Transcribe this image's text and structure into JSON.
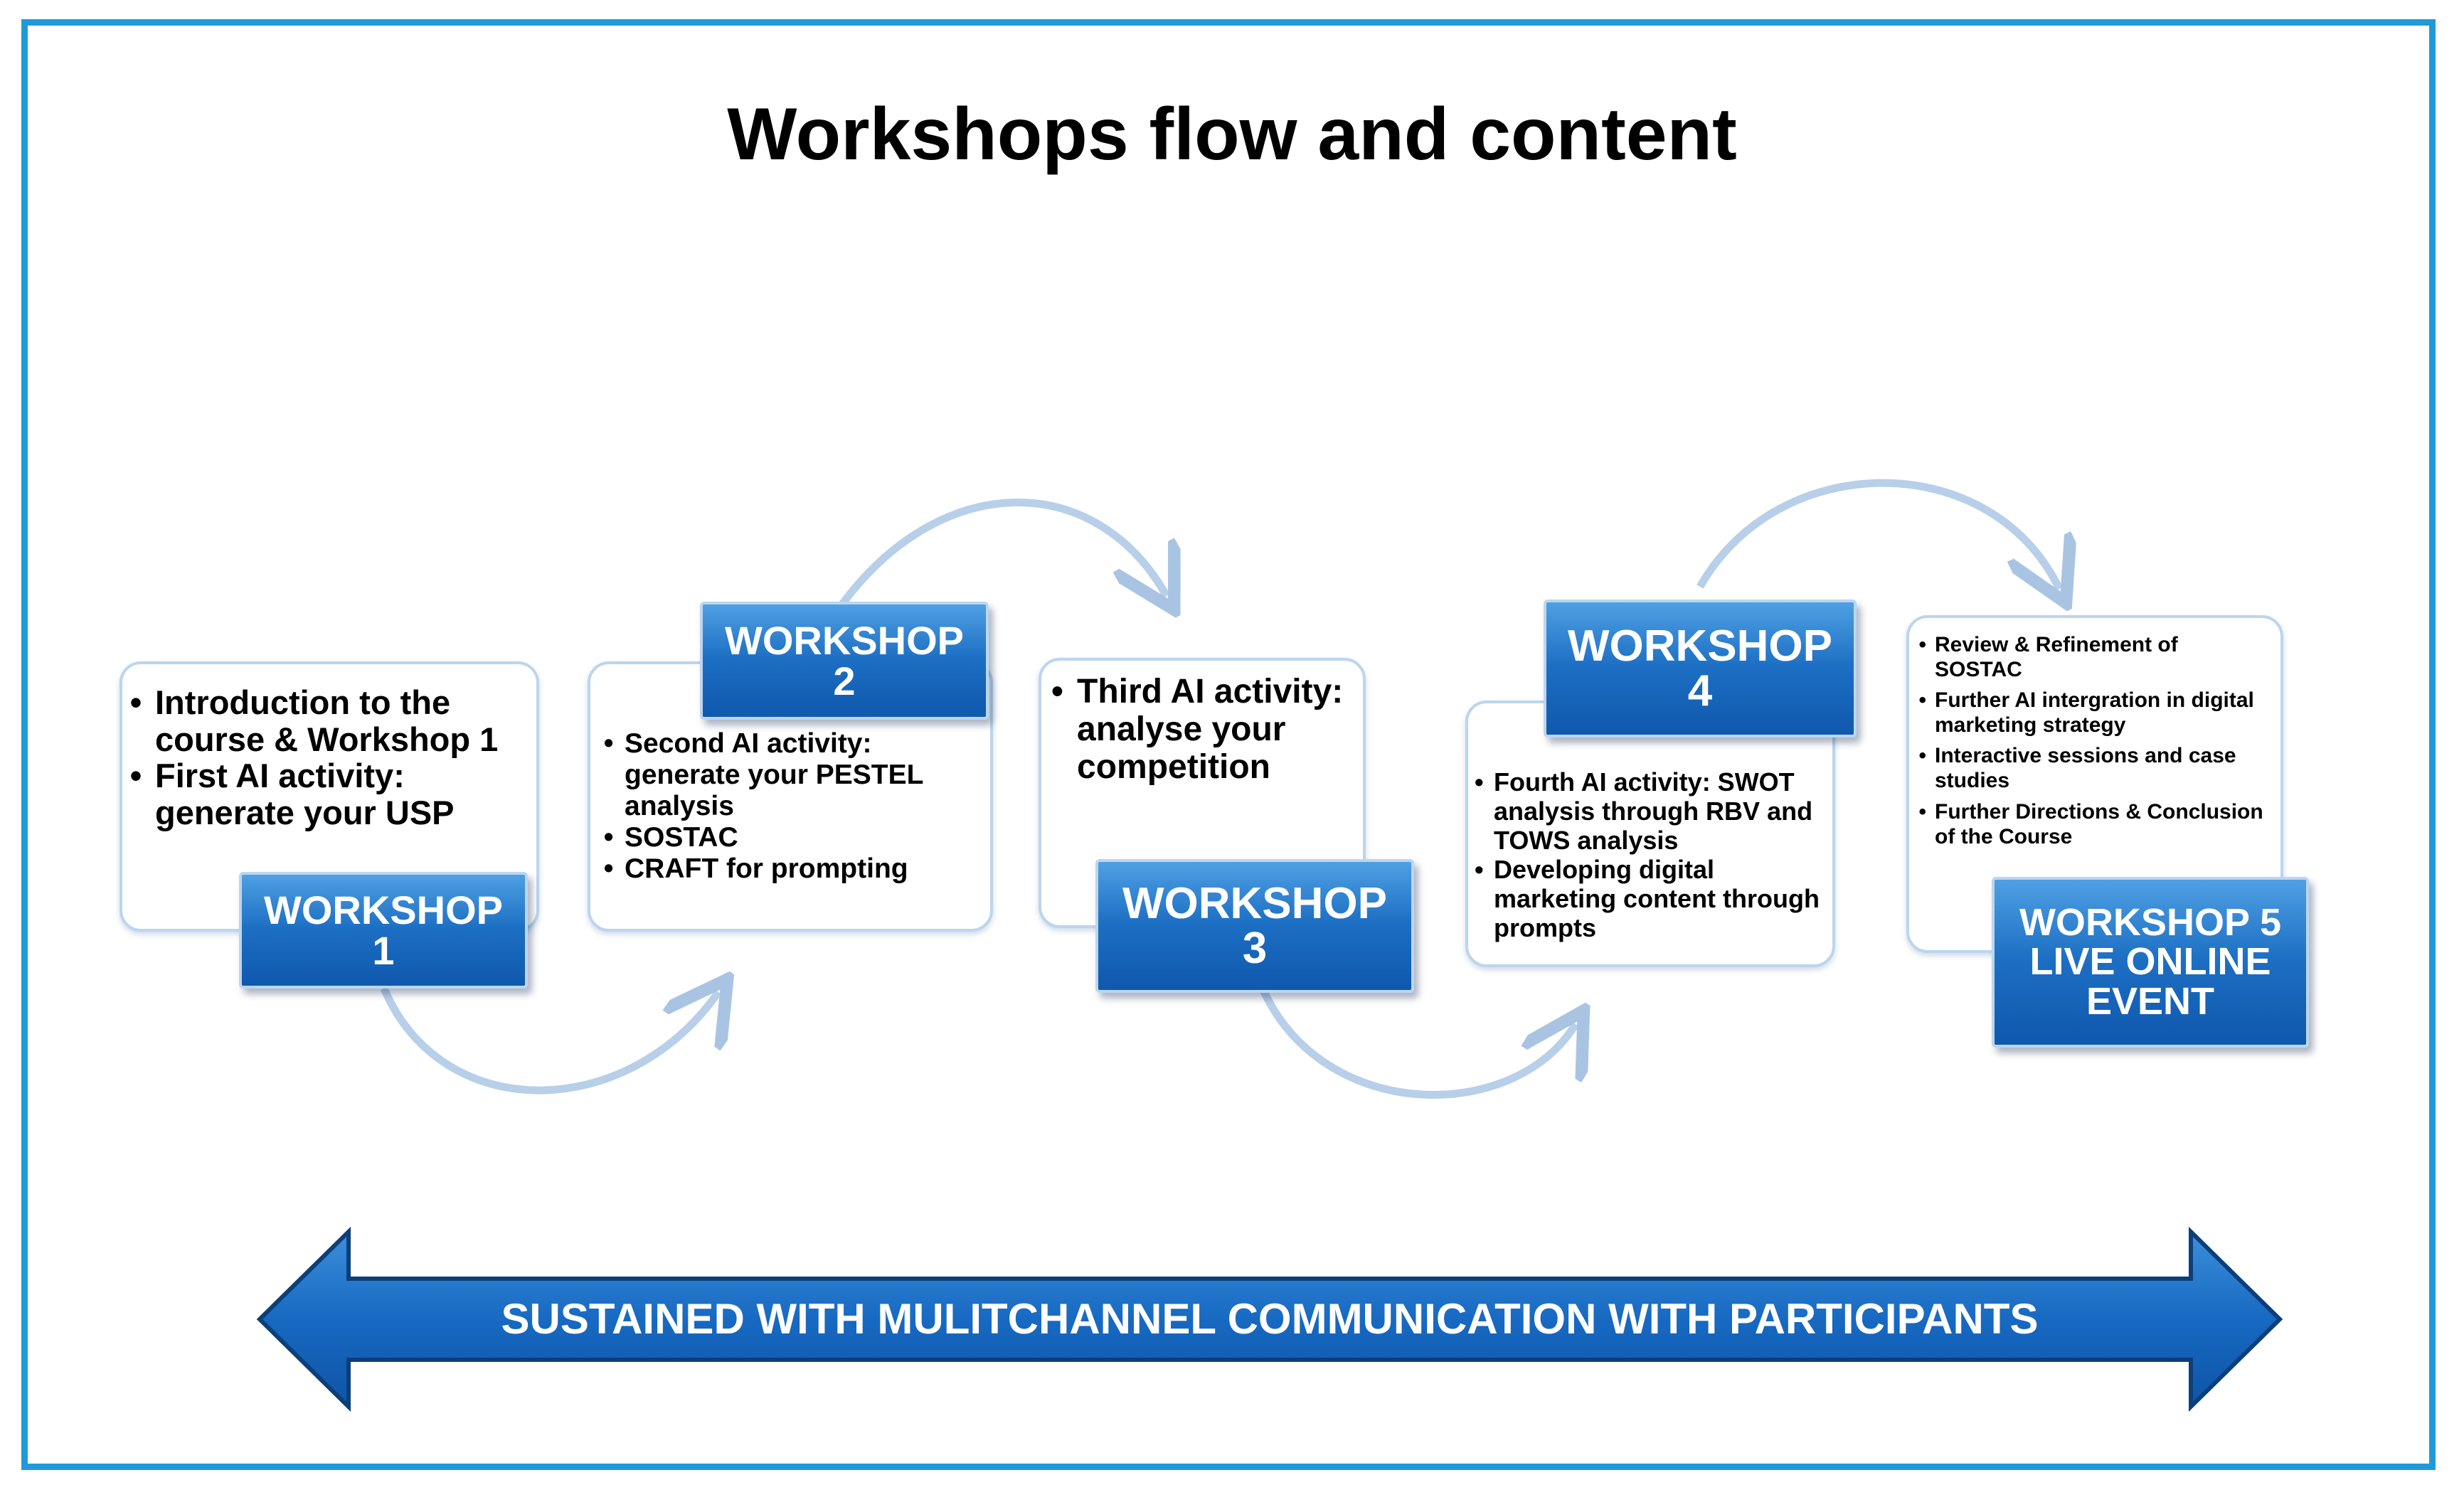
{
  "title": "Workshops flow and content",
  "workshops": [
    {
      "badge_lines": [
        "WORKSHOP",
        "1"
      ],
      "items": [
        "Introduction to the course & Workshop 1",
        "First AI activity: generate your USP"
      ]
    },
    {
      "badge_lines": [
        "WORKSHOP",
        "2"
      ],
      "items": [
        "Second AI activity: generate your PESTEL analysis",
        "SOSTAC",
        "CRAFT for prompting"
      ]
    },
    {
      "badge_lines": [
        "WORKSHOP",
        "3"
      ],
      "items": [
        "Third AI activity: analyse your competition"
      ]
    },
    {
      "badge_lines": [
        "WORKSHOP",
        "4"
      ],
      "items": [
        "Fourth AI activity: SWOT analysis through RBV and TOWS analysis",
        "Developing digital marketing content through prompts"
      ]
    },
    {
      "badge_lines": [
        "WORKSHOP 5",
        "LIVE ONLINE",
        "EVENT"
      ],
      "items": [
        "Review & Refinement of SOSTAC",
        "Further AI intergration in digital marketing strategy",
        "Interactive sessions and case studies",
        "Further Directions & Conclusion of the Course"
      ]
    }
  ],
  "banner": {
    "text": "SUSTAINED WITH MULITCHANNEL COMMUNICATION WITH PARTICIPANTS"
  },
  "colors": {
    "frame": "#1f9ad8",
    "badge": "#1d6fc4",
    "box_border": "#bcd5ee",
    "arrow": "#1565c0"
  }
}
